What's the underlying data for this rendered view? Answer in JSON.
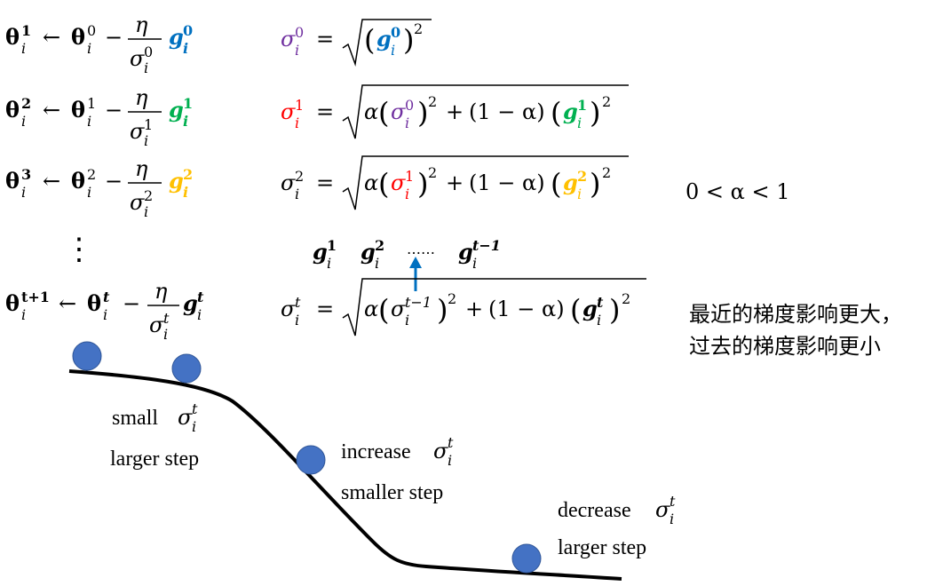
{
  "colors": {
    "ink": "#000000",
    "purple": "#7030A0",
    "blue": "#0070C0",
    "red": "#FF0000",
    "green": "#00B050",
    "gold": "#FFC000",
    "ball": "#4472C4",
    "arrow": "#0070C0"
  },
  "updates": [
    {
      "lhs_sup": "1",
      "prev_sup": "0",
      "sig_sup": "0",
      "g_sup": "0",
      "g_color": "blue"
    },
    {
      "lhs_sup": "2",
      "prev_sup": "1",
      "sig_sup": "1",
      "g_sup": "1",
      "g_color": "green"
    },
    {
      "lhs_sup": "3",
      "prev_sup": "2",
      "sig_sup": "2",
      "g_sup": "2",
      "g_color": "gold"
    },
    {
      "lhs_sup": "t+1",
      "prev_sup": "t",
      "sig_sup": "t",
      "g_sup": "t",
      "g_color": "ink"
    }
  ],
  "symbols": {
    "theta": "θ",
    "sigma": "σ",
    "eta": "η",
    "alpha": "α",
    "g": "g",
    "i": "i",
    "arrow": "←",
    "minus": "−",
    "eq": "=",
    "two": "2",
    "lparen": "(",
    "rparen": ")",
    "plus": "+",
    "one_minus": "(1 − α)",
    "dots": "⋮"
  },
  "constraint": "0 < α < 1",
  "gradient_sequence": {
    "items": [
      "1",
      "2",
      "t−1"
    ],
    "ellipsis": "……"
  },
  "note": [
    "最近的梯度影响更大，",
    "过去的梯度影响更小"
  ],
  "labels": {
    "small": "small",
    "larger_step": "larger step",
    "increase": "increase",
    "smaller_step": "smaller step",
    "decrease": "decrease",
    "larger_step_2": "larger step"
  }
}
